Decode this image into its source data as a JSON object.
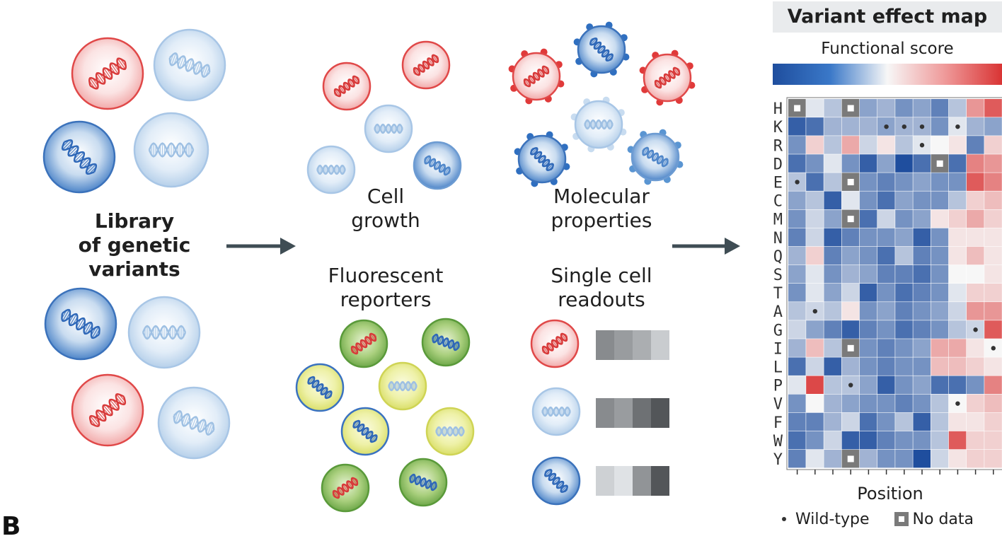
{
  "labels": {
    "library": [
      "Library",
      "of genetic",
      "variants"
    ],
    "cell_growth": [
      "Cell",
      "growth"
    ],
    "molecular": [
      "Molecular",
      "properties"
    ],
    "fluorescent": [
      "Fluorescent",
      "reporters"
    ],
    "single_cell": [
      "Single cell",
      "readouts"
    ],
    "map_title": "Variant effect map",
    "score_label": "Functional score",
    "position_label": "Position",
    "panel_letter": "B"
  },
  "legend": {
    "wild_type": "Wild-type",
    "no_data": "No data"
  },
  "colors": {
    "red": "#e03a3a",
    "blue": "#2f6fc0",
    "light_blue": "#a9cbe8",
    "green": "#6aa84f",
    "yellow": "#e4e87a",
    "arrow": "#3f4d54"
  },
  "heatmap": {
    "rows": [
      "H",
      "K",
      "R",
      "D",
      "E",
      "C",
      "M",
      "N",
      "Q",
      "S",
      "T",
      "A",
      "G",
      "I",
      "L",
      "P",
      "V",
      "F",
      "W",
      "Y"
    ],
    "columns": 12,
    "scale": [
      -1,
      1
    ],
    "values": [
      [
        -0.3,
        -0.1,
        -0.3,
        -0.3,
        -0.5,
        -0.4,
        -0.6,
        -0.5,
        -0.7,
        -0.3,
        0.5,
        0.8
      ],
      [
        -0.9,
        -0.8,
        -0.4,
        -0.4,
        -0.4,
        -0.5,
        -0.4,
        -0.4,
        -0.6,
        -0.1,
        -0.4,
        -0.5
      ],
      [
        -0.6,
        0.2,
        -0.3,
        0.4,
        -0.2,
        0.1,
        -0.3,
        -0.1,
        0.0,
        0.1,
        -0.7,
        0.2
      ],
      [
        -0.8,
        -0.6,
        -0.1,
        -0.6,
        -0.9,
        -0.5,
        -1.0,
        -0.8,
        -0.6,
        -0.8,
        0.6,
        0.5
      ],
      [
        -0.3,
        -0.8,
        -0.3,
        -0.2,
        -0.6,
        -0.7,
        -0.6,
        -0.5,
        -0.6,
        -0.6,
        0.8,
        0.6
      ],
      [
        -0.5,
        -0.3,
        -0.9,
        -0.1,
        -0.6,
        -0.8,
        -0.5,
        -0.6,
        -0.6,
        -0.3,
        0.2,
        0.3
      ],
      [
        -0.6,
        -0.2,
        -0.5,
        -0.4,
        -0.8,
        -0.2,
        -0.6,
        -0.5,
        0.1,
        0.2,
        0.4,
        0.2
      ],
      [
        -0.7,
        -0.2,
        -0.9,
        -0.7,
        -0.6,
        -0.6,
        -0.5,
        -0.9,
        -0.6,
        0.1,
        0.1,
        0.1
      ],
      [
        -0.4,
        0.2,
        -0.7,
        -0.5,
        -0.6,
        -0.8,
        -0.3,
        -0.7,
        -0.6,
        0.1,
        0.3,
        0.1
      ],
      [
        -0.5,
        -0.1,
        -0.6,
        -0.4,
        -0.5,
        -0.7,
        -0.7,
        -0.8,
        -0.6,
        0.0,
        0.0,
        0.1
      ],
      [
        -0.6,
        -0.1,
        -0.5,
        -0.2,
        -0.9,
        -0.6,
        -0.8,
        -0.7,
        -0.6,
        -0.1,
        0.2,
        0.2
      ],
      [
        -0.3,
        -0.2,
        -0.3,
        0.1,
        -0.6,
        -0.5,
        -0.7,
        -0.6,
        -0.5,
        -0.2,
        0.5,
        0.5
      ],
      [
        -0.2,
        -0.5,
        -0.7,
        -0.9,
        -0.7,
        -0.6,
        -0.8,
        -0.7,
        -0.6,
        -0.3,
        -0.2,
        0.8
      ],
      [
        -0.4,
        0.3,
        -0.3,
        -0.7,
        -0.6,
        -0.7,
        -0.6,
        -0.5,
        0.4,
        0.4,
        0.1,
        0.0
      ],
      [
        -0.8,
        -0.2,
        -0.9,
        -0.4,
        -0.6,
        -0.7,
        -0.6,
        -0.6,
        0.3,
        0.3,
        0.2,
        0.1
      ],
      [
        -0.1,
        0.9,
        -0.3,
        -0.3,
        -0.5,
        -0.9,
        -0.6,
        -0.5,
        -0.8,
        -0.8,
        -0.6,
        0.6
      ],
      [
        -0.6,
        0.0,
        -0.4,
        -0.5,
        -0.6,
        -0.6,
        -0.7,
        -0.6,
        -0.3,
        0.0,
        0.2,
        0.3
      ],
      [
        -0.7,
        -0.7,
        -0.4,
        -0.2,
        -0.8,
        -0.6,
        -0.3,
        -0.9,
        -0.3,
        0.1,
        0.1,
        0.2
      ],
      [
        -0.8,
        -0.6,
        -0.2,
        -0.9,
        -0.9,
        -0.7,
        -0.6,
        -0.6,
        -0.3,
        0.8,
        0.2,
        0.2
      ],
      [
        -0.7,
        -0.1,
        -0.4,
        -0.4,
        -0.4,
        -0.6,
        -0.6,
        -1.0,
        -0.2,
        0.1,
        0.2,
        0.2
      ]
    ],
    "wild_type": [
      [
        1,
        5
      ],
      [
        1,
        6
      ],
      [
        1,
        7
      ],
      [
        1,
        9
      ],
      [
        2,
        7
      ],
      [
        4,
        0
      ],
      [
        11,
        1
      ],
      [
        12,
        10
      ],
      [
        13,
        11
      ],
      [
        15,
        3
      ],
      [
        16,
        9
      ]
    ],
    "no_data": [
      [
        0,
        0
      ],
      [
        0,
        3
      ],
      [
        3,
        8
      ],
      [
        4,
        3
      ],
      [
        6,
        3
      ],
      [
        13,
        3
      ],
      [
        19,
        3
      ]
    ]
  },
  "readouts": [
    {
      "circle": "red",
      "bar": [
        0.55,
        0.45,
        0.35,
        0.18
      ]
    },
    {
      "circle": "light_blue",
      "bar": [
        0.55,
        0.45,
        0.7,
        0.85
      ]
    },
    {
      "circle": "blue",
      "bar": [
        0.15,
        0.05,
        0.5,
        0.85
      ]
    }
  ]
}
